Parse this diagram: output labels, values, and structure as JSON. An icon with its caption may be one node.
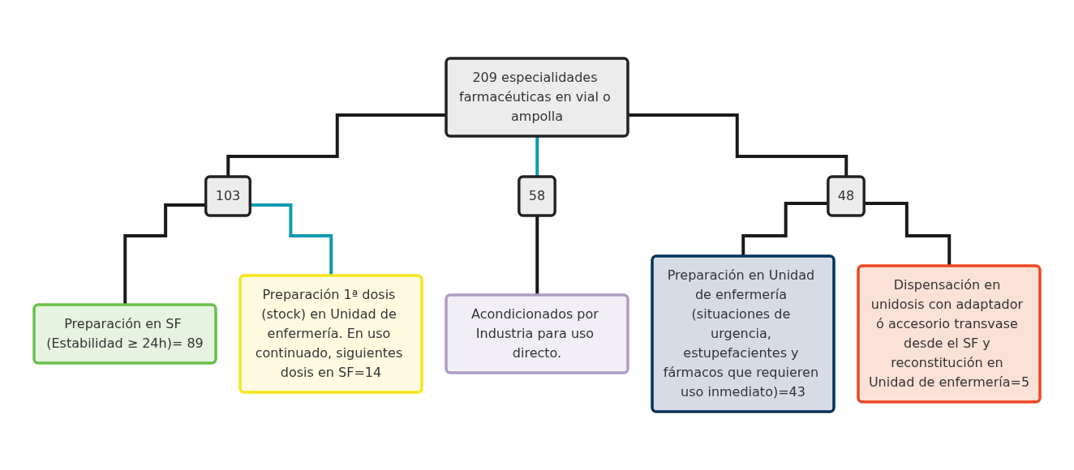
{
  "diagram": {
    "nodes": [
      {
        "text": [
          "209 especialidades farmacéuticas en vial o ampolla"
        ]
      },
      {
        "text": [
          "103"
        ]
      },
      {
        "text": [
          "58"
        ]
      },
      {
        "text": [
          "48"
        ]
      },
      {
        "text": [
          "Preparación en SF (Estabilidad ≥ 24h)= 89"
        ]
      },
      {
        "text": [
          "Preparación 1ª dosis (stock) en Unidad de enfermería. En uso continuado, siguientes dosis en SF=14"
        ]
      },
      {
        "text": [
          "Acondicionados por Industria para uso directo."
        ]
      },
      {
        "text": [
          "Preparación en Unidad de enfermería (situaciones de urgencia, estupefacientes y fármacos que requieren uso inmediato)=43"
        ]
      },
      {
        "text": [
          "Dispensación en unidosis con adaptador ó accesorio transvase desde el SF y reconstitución en Unidad de enfermería=5"
        ]
      }
    ],
    "edges": [
      {
        "from": 0,
        "to": 1,
        "arrow": "none"
      },
      {
        "from": 0,
        "to": 2,
        "arrow": "none",
        "color": "#0b9ab3"
      },
      {
        "from": 0,
        "to": 3,
        "arrow": "none"
      },
      {
        "from": 1,
        "to": 4,
        "arrow": "none"
      },
      {
        "from": 1,
        "to": 5,
        "arrow": "none",
        "color": "#0b9ab3"
      },
      {
        "from": 2,
        "to": 6,
        "arrow": "none"
      },
      {
        "from": 3,
        "to": 7,
        "arrow": "none"
      },
      {
        "from": 3,
        "to": 8,
        "arrow": "none"
      }
    ]
  }
}
